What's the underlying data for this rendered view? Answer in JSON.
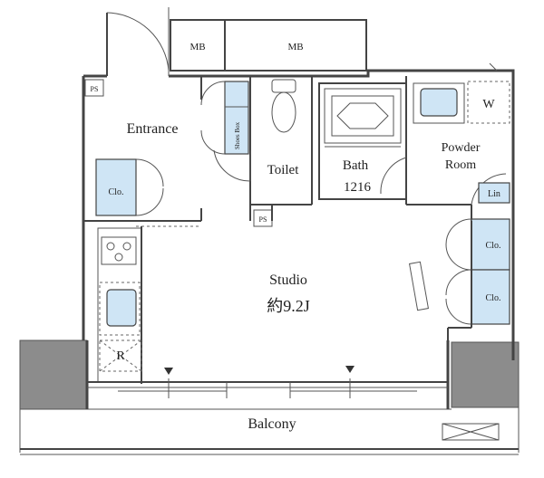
{
  "rooms": {
    "mb_left": "MB",
    "mb_right": "MB",
    "ps_top": "PS",
    "ps_mid": "PS",
    "entrance": "Entrance",
    "shoe_box": "Shoes Box",
    "toilet": "Toilet",
    "bath": "Bath",
    "bath_size": "1216",
    "powder_room_line1": "Powder",
    "powder_room_line2": "Room",
    "w": "W",
    "lin": "Lin",
    "clo_left": "Clo.",
    "clo_right_top": "Clo.",
    "clo_right_bottom": "Clo.",
    "studio": "Studio",
    "studio_area": "約9.2J",
    "r": "R",
    "balcony": "Balcony"
  },
  "colors": {
    "closet_fill": "#cfe5f5",
    "wall": "#444444",
    "column_fill": "#8c8c8c"
  }
}
